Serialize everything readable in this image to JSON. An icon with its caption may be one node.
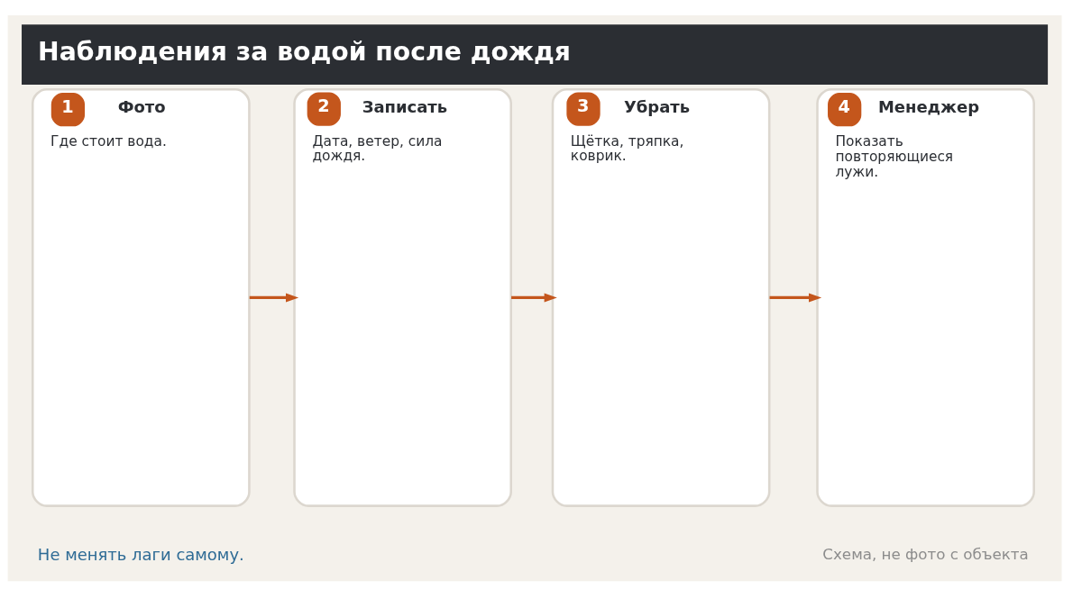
{
  "diagram": {
    "title": "Наблюдения за водой после дождя",
    "caption": "Схема, не фото с объекта",
    "nodes": [
      {
        "text": [
          "1",
          "Фото",
          "Где стоит вода."
        ]
      },
      {
        "text": [
          "2",
          "Записать",
          "Дата, ветер, сила дождя."
        ]
      },
      {
        "text": [
          "3",
          "Убрать",
          "Щётка, тряпка, коврик."
        ]
      },
      {
        "text": [
          "4",
          "Менеджер",
          "Показать повторяющиеся лужи."
        ]
      }
    ],
    "edges": [
      {
        "from": 0,
        "to": 1,
        "arrow": "to"
      },
      {
        "from": 1,
        "to": 2,
        "arrow": "to"
      },
      {
        "from": 2,
        "to": 3,
        "arrow": "to"
      }
    ],
    "labels": [
      "Не менять лаги самому."
    ]
  }
}
